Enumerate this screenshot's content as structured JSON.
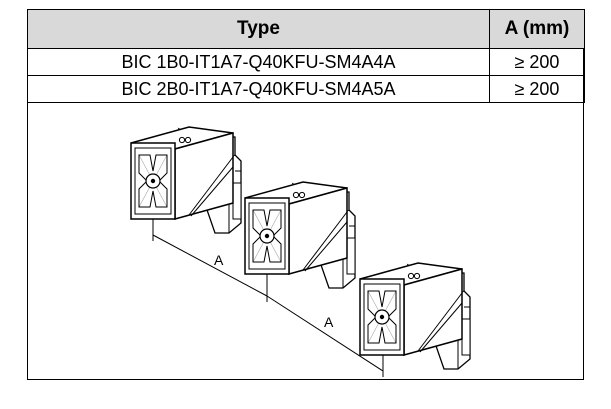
{
  "table": {
    "headers": [
      "Type",
      "A (mm)"
    ],
    "rows": [
      {
        "type": "BIC 1B0-IT1A7-Q40KFU-SM4A4A",
        "a": "≥ 200"
      },
      {
        "type": "BIC 2B0-IT1A7-Q40KFU-SM4A5A",
        "a": "≥ 200"
      }
    ]
  },
  "drawing": {
    "dimension_labels": [
      "A",
      "A"
    ]
  }
}
